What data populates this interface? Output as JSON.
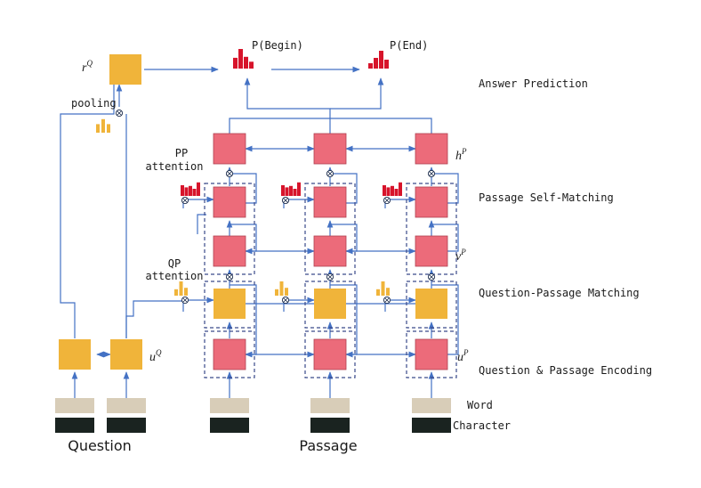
{
  "layers": {
    "answer_prediction": "Answer Prediction",
    "self_matching": "Passage Self-Matching",
    "qp_matching": "Question-Passage Matching",
    "encoding": "Question & Passage Encoding"
  },
  "outputs": {
    "begin": "P(Begin)",
    "end": "P(End)"
  },
  "annotations": {
    "pooling": "pooling",
    "pp_attention_1": "PP",
    "pp_attention_2": "attention",
    "qp_attention_1": "QP",
    "qp_attention_2": "attention"
  },
  "symbols": {
    "rQ_base": "r",
    "rQ_sup": "Q",
    "uQ_base": "u",
    "uQ_sup": "Q",
    "uP_base": "u",
    "uP_sup": "P",
    "vP_base": "v",
    "vP_sup": "P",
    "hP_base": "h",
    "hP_sup": "P"
  },
  "inputs": {
    "word": "Word",
    "character": "Character",
    "question": "Question",
    "passage": "Passage"
  },
  "colors": {
    "red_cell": "#ec6b7a",
    "orange_cell": "#f0b43a",
    "arrow": "#4472c4",
    "word_emb": "#d8cdb8",
    "char_emb": "#1a2320",
    "bar_red": "#d7142b",
    "bar_orange": "#f0b43a"
  },
  "bar_charts": {
    "begin": [
      0.55,
      1.0,
      0.6,
      0.35
    ],
    "end": [
      0.3,
      0.6,
      1.0,
      0.5
    ],
    "pp_attention": [
      0.75,
      0.6,
      0.7,
      0.5,
      0.95
    ],
    "qp_attention": [
      0.45,
      1.0,
      0.55
    ],
    "pooling": [
      0.6,
      0.95,
      0.6
    ]
  }
}
